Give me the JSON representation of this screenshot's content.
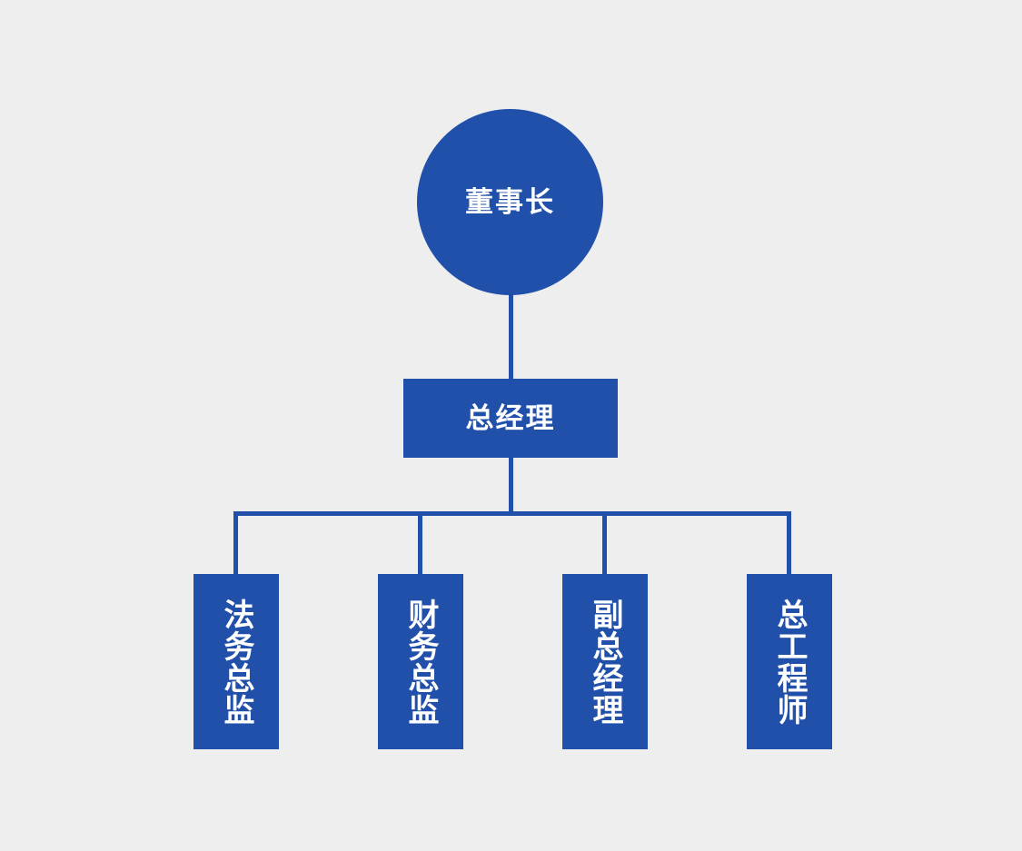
{
  "chart_data": {
    "type": "diagram",
    "title": "",
    "diagram_kind": "organizational-chart",
    "orientation": "top-down",
    "background_color": "#eeeeee",
    "node_color": "#2150ab",
    "node_text_color": "#ffffff",
    "connector_color": "#2150ab",
    "levels": [
      {
        "level": 1,
        "nodes": [
          {
            "id": "chairman",
            "label": "董事长",
            "shape": "circle",
            "text_direction": "horizontal"
          }
        ]
      },
      {
        "level": 2,
        "nodes": [
          {
            "id": "general-manager",
            "label": "总经理",
            "shape": "rectangle",
            "text_direction": "horizontal"
          }
        ]
      },
      {
        "level": 3,
        "nodes": [
          {
            "id": "legal-director",
            "label": "法务总监",
            "shape": "rectangle",
            "text_direction": "vertical"
          },
          {
            "id": "finance-director",
            "label": "财务总监",
            "shape": "rectangle",
            "text_direction": "vertical"
          },
          {
            "id": "deputy-general-manager",
            "label": "副总经理",
            "shape": "rectangle",
            "text_direction": "vertical"
          },
          {
            "id": "chief-engineer",
            "label": "总工程师",
            "shape": "rectangle",
            "text_direction": "vertical"
          }
        ]
      }
    ],
    "edges": [
      {
        "from": "chairman",
        "to": "general-manager"
      },
      {
        "from": "general-manager",
        "to": "legal-director"
      },
      {
        "from": "general-manager",
        "to": "finance-director"
      },
      {
        "from": "general-manager",
        "to": "deputy-general-manager"
      },
      {
        "from": "general-manager",
        "to": "chief-engineer"
      }
    ]
  },
  "nodes": {
    "chairman": {
      "label": "董事长"
    },
    "general_manager": {
      "label": "总经理"
    },
    "legal_director": {
      "label": "法务总监"
    },
    "finance_director": {
      "label": "财务总监"
    },
    "deputy_general_manager": {
      "label": "副总经理"
    },
    "chief_engineer": {
      "label": "总工程师"
    }
  },
  "colors": {
    "node": "#2150ab",
    "background": "#eeeeee",
    "text": "#ffffff"
  }
}
